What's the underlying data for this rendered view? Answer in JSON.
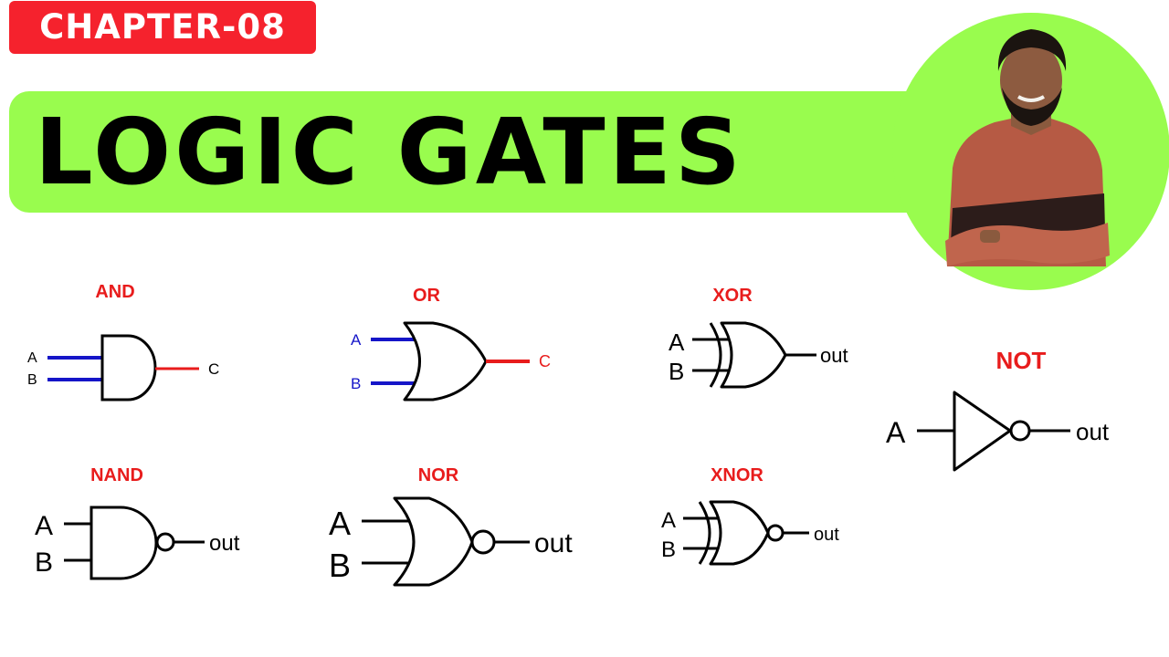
{
  "header": {
    "chapter_label": "CHAPTER-08",
    "title": "LOGIC GATES"
  },
  "presenter": {
    "avatar_icon": "presenter-photo",
    "circle_color": "#99fc4e"
  },
  "colors": {
    "accent_red": "#f5222d",
    "title_band": "#99fc4e",
    "wire_blue": "#1515c8",
    "wire_red": "#e81c1c"
  },
  "gates": {
    "and": {
      "title": "AND",
      "in_a": "A",
      "in_b": "B",
      "output": "C"
    },
    "or": {
      "title": "OR",
      "in_a": "A",
      "in_b": "B",
      "output": "C"
    },
    "xor": {
      "title": "XOR",
      "in_a": "A",
      "in_b": "B",
      "output": "out"
    },
    "not": {
      "title": "NOT",
      "in_a": "A",
      "output": "out"
    },
    "nand": {
      "title": "NAND",
      "in_a": "A",
      "in_b": "B",
      "output": "out"
    },
    "nor": {
      "title": "NOR",
      "in_a": "A",
      "in_b": "B",
      "output": "out"
    },
    "xnor": {
      "title": "XNOR",
      "in_a": "A",
      "in_b": "B",
      "output": "out"
    }
  }
}
